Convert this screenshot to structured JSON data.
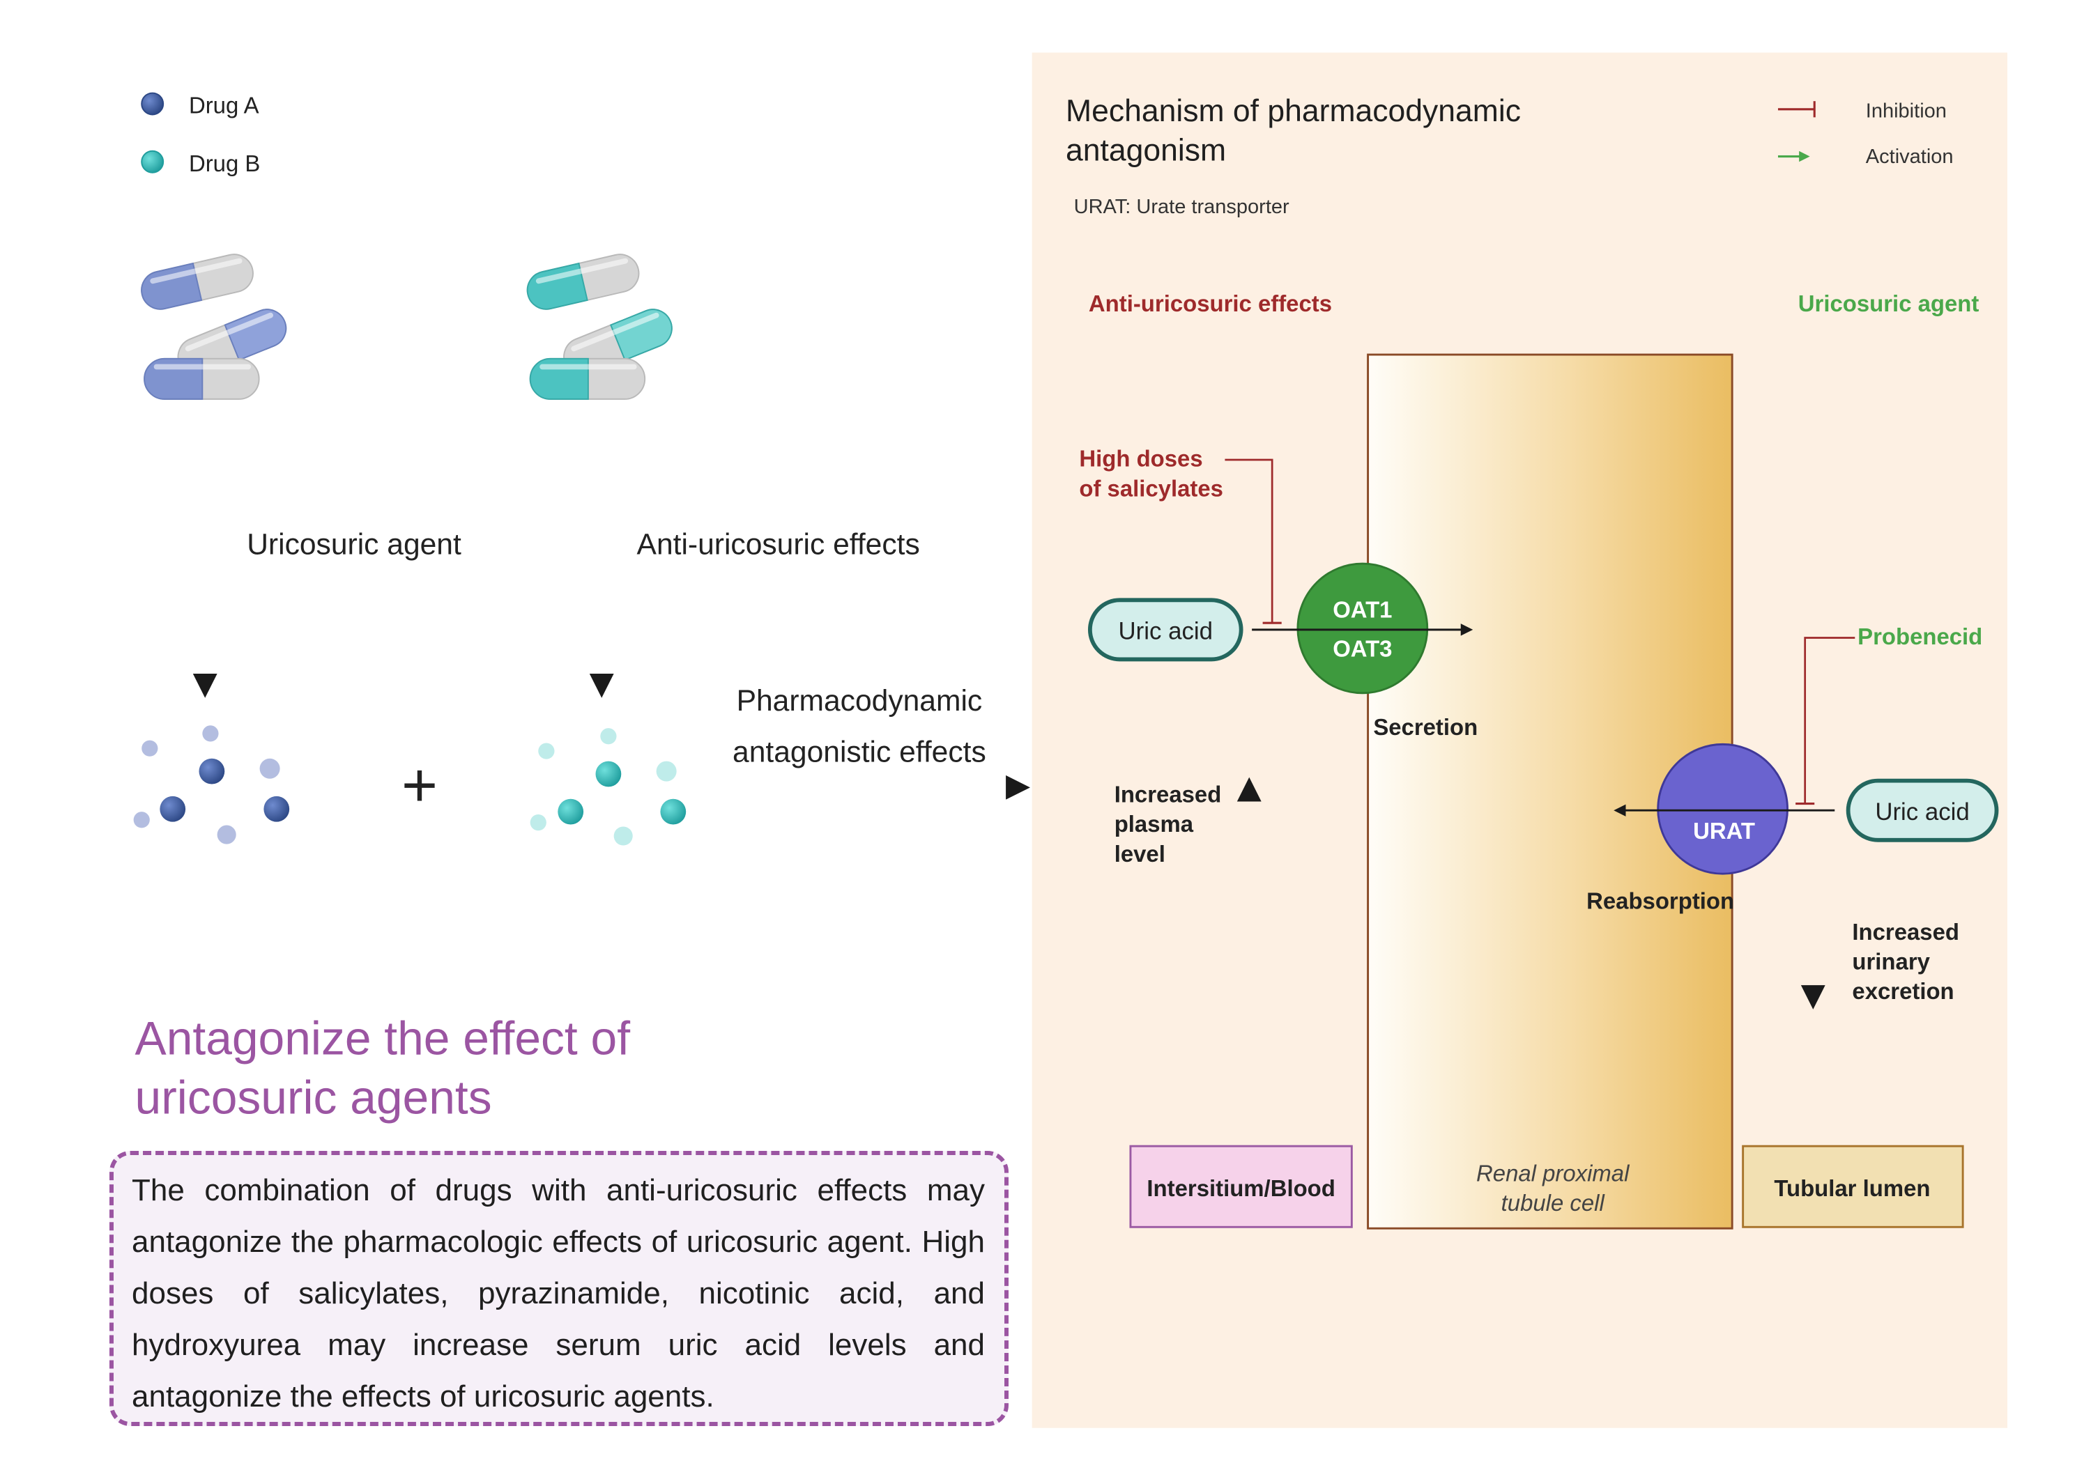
{
  "legend": {
    "drug_a": "Drug A",
    "drug_b": "Drug B",
    "drug_a_color": "#3d5a9a",
    "drug_b_color": "#2fb3b3"
  },
  "left": {
    "arrow_a_label": "Uricosuric agent",
    "arrow_b_label": "Anti-uricosuric effects",
    "plus": "+",
    "result_label_line1": "Pharmacodynamic",
    "result_label_line2": "antagonistic effects"
  },
  "headline": {
    "line1": "Antagonize the effect of",
    "line2": "uricosuric agents",
    "color": "#9b55a2"
  },
  "note": "The combination of drugs with anti-uricosuric effects may antagonize the pharmacologic effects of uricosuric agent. High doses of salicylates, pyrazinamide, nicotinic acid, and hydroxyurea may increase serum uric acid levels and antagonize the effects of uricosuric agents.",
  "mechanism": {
    "title_line1": "Mechanism of pharmacodynamic",
    "title_line2": "antagonism",
    "abbrev": "URAT: Urate transporter",
    "legend_inhibition": "Inhibition",
    "legend_activation": "Activation",
    "anti_label": "Anti-uricosuric effects",
    "uricosuric_label": "Uricosuric agent",
    "salicylates_line1": "High doses",
    "salicylates_line2": "of salicylates",
    "uric_acid_left": "Uric acid",
    "uric_acid_right": "Uric acid",
    "oat1": "OAT1",
    "oat3": "OAT3",
    "secretion": "Secretion",
    "probenecid": "Probenecid",
    "urat": "URAT",
    "reabsorption": "Reabsorption",
    "plasma_line1": "Increased",
    "plasma_line2": "plasma",
    "plasma_line3": "level",
    "urinary_line1": "Increased",
    "urinary_line2": "urinary",
    "urinary_line3": "excretion",
    "interstitium": "Intersitium/Blood",
    "cell_line1": "Renal proximal",
    "cell_line2": "tubule cell",
    "lumen": "Tubular lumen",
    "inhibition_color": "#9e2a2b",
    "activation_color": "#4aa84a",
    "oat_color": "#3e9a3e",
    "urat_color": "#6a63cf",
    "panel_color": "#fdf0e3"
  }
}
